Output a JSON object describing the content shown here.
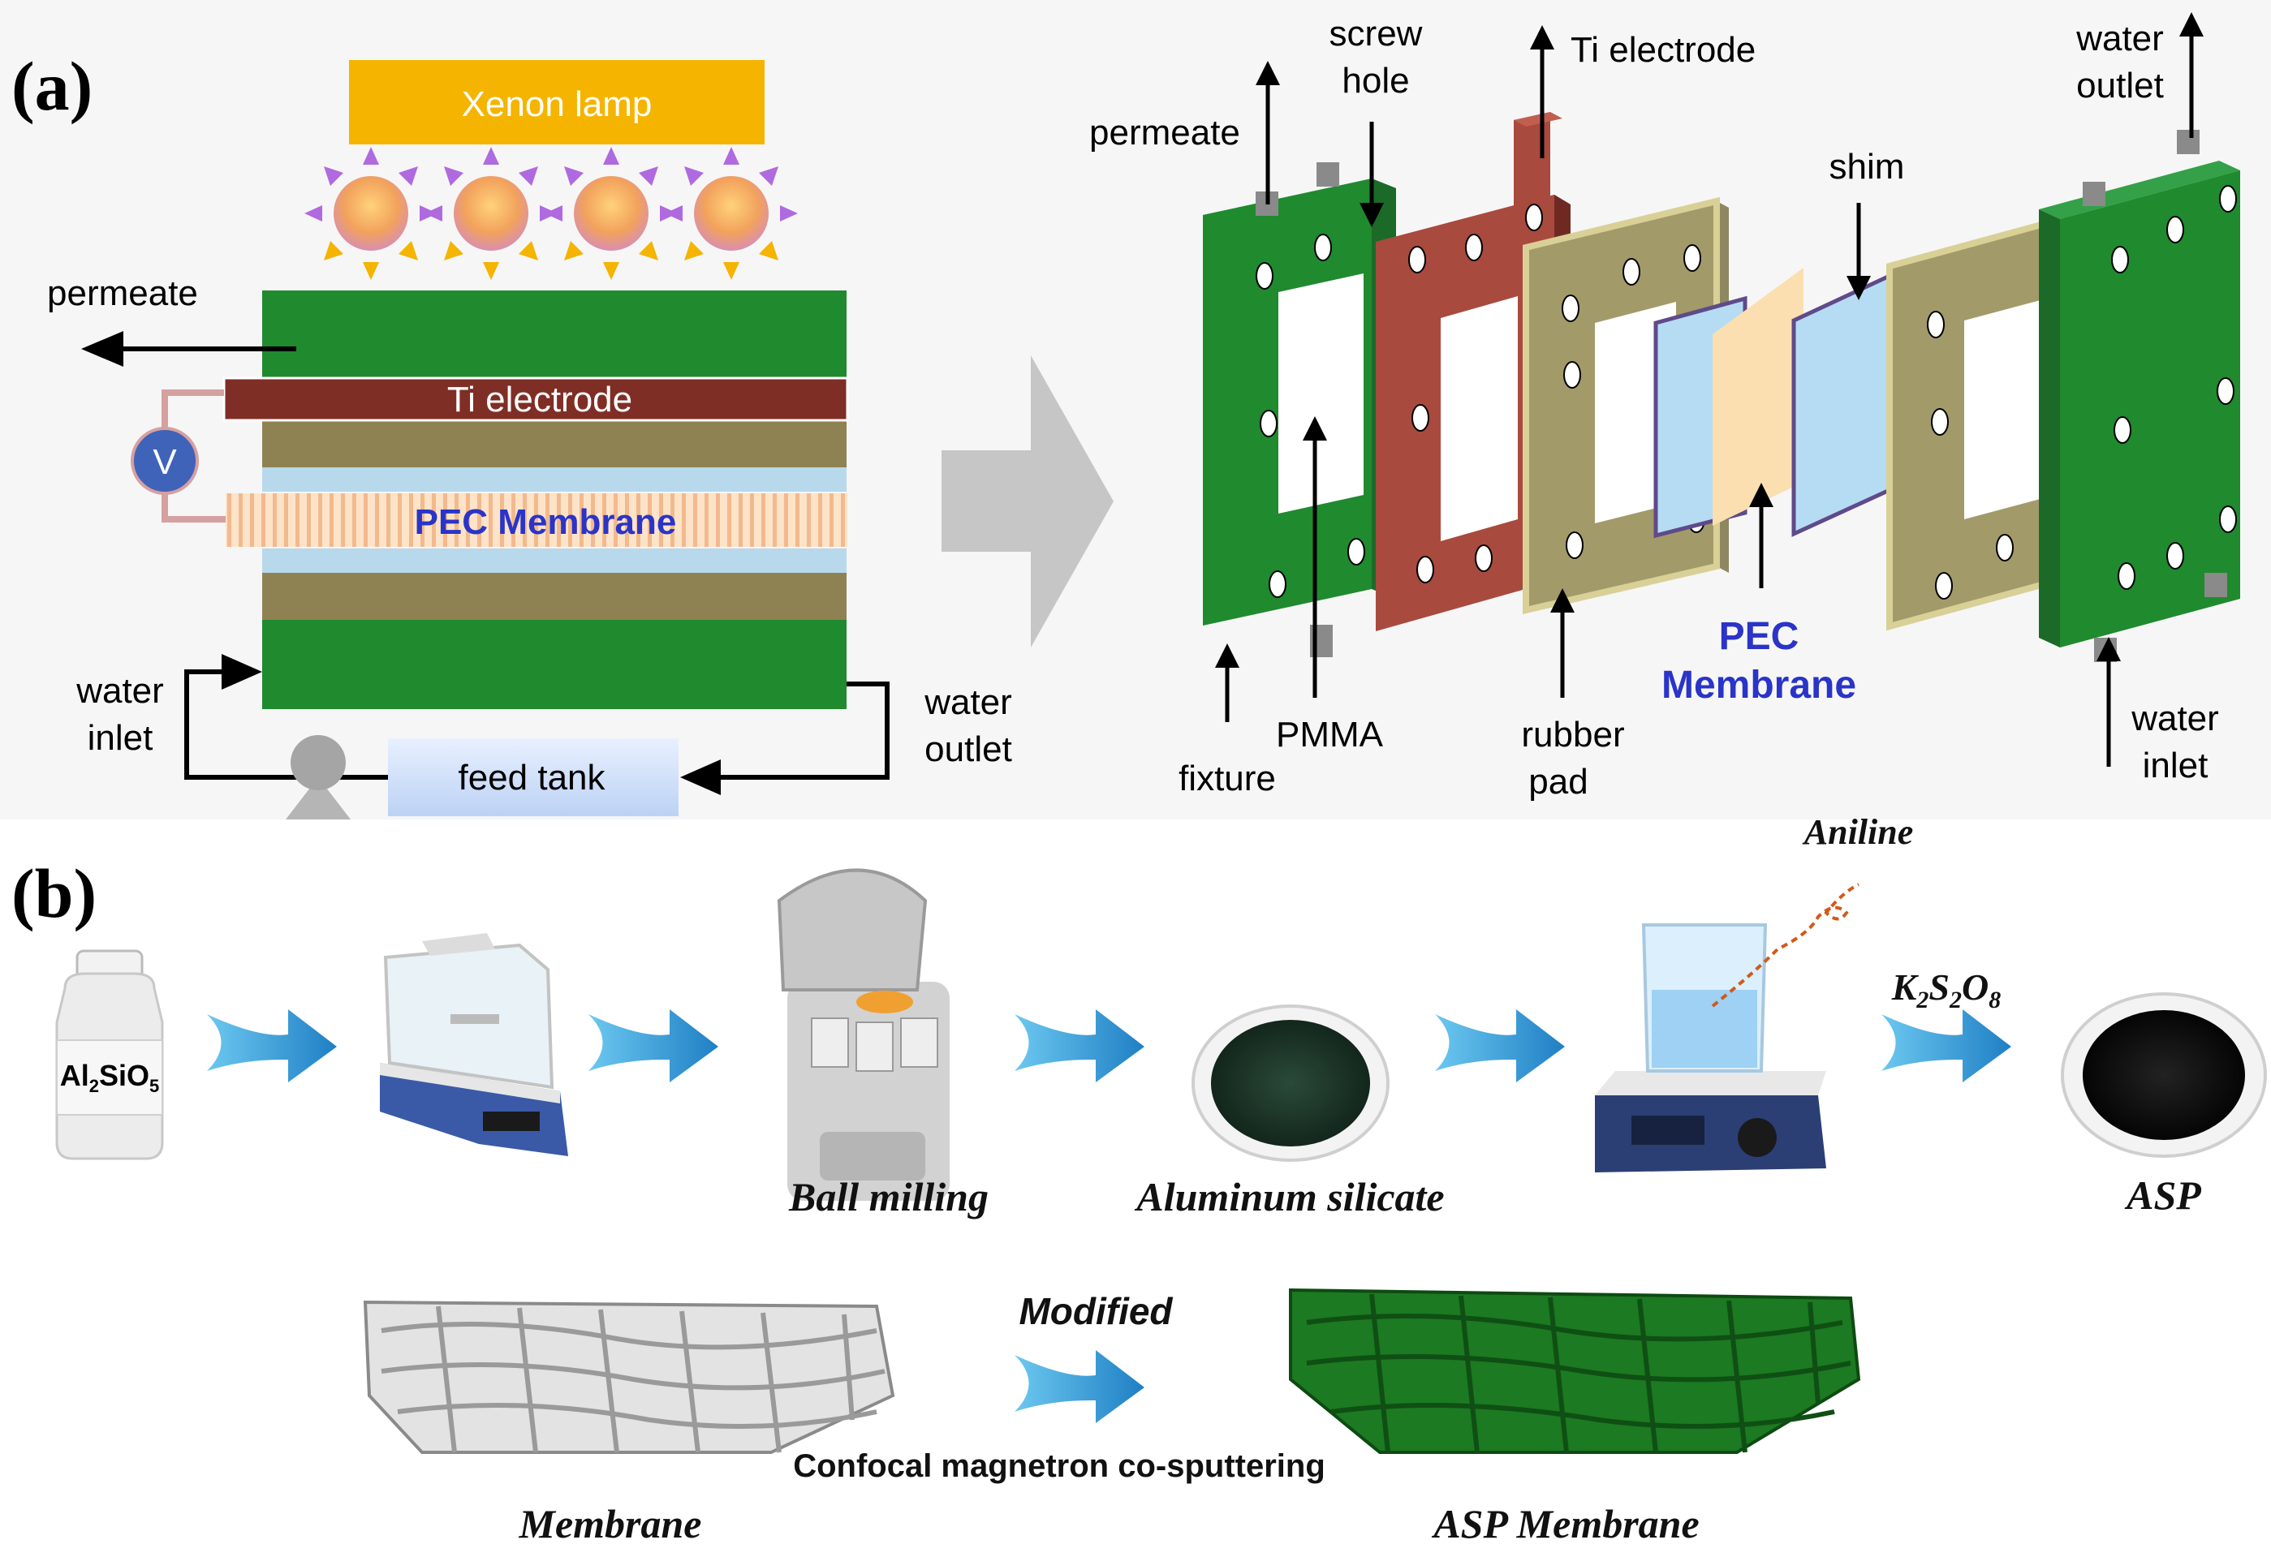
{
  "panel_a": {
    "label": "(a)",
    "lamp_label": "Xenon lamp",
    "permeate_label": "permeate",
    "ti_electrode_label": "Ti electrode",
    "voltmeter_label": "V",
    "pec_membrane_label": "PEC Membrane",
    "water_inlet_label": [
      "water",
      "inlet"
    ],
    "water_outlet_label": [
      "water",
      "outlet"
    ],
    "feed_tank_label": "feed tank",
    "exploded": {
      "permeate": "permeate",
      "screw_hole": [
        "screw",
        "hole"
      ],
      "ti_electrode": "Ti electrode",
      "water_outlet": [
        "water",
        "outlet"
      ],
      "shim": "shim",
      "pec_membrane": [
        "PEC",
        "Membrane"
      ],
      "fixture": "fixture",
      "pmma": "PMMA",
      "rubber_pad": [
        "rubber",
        "pad"
      ],
      "water_inlet": [
        "water",
        "inlet"
      ]
    }
  },
  "panel_b": {
    "label": "(b)",
    "bottle_label": "Al2SiO5",
    "ball_milling": "Ball milling",
    "aluminum_silicate": "Aluminum silicate",
    "aniline": "Aniline",
    "oxidant": "K2S2O8",
    "asp": "ASP",
    "membrane": "Membrane",
    "modified": "Modified",
    "sputtering": "Confocal magnetron co-sputtering",
    "asp_membrane": "ASP Membrane"
  },
  "colors": {
    "fixture_green": "#1f8a2e",
    "electrode_red": "#a84a3e",
    "rubber_khaki": "#8f8252",
    "lamp_yellow": "#f5b400",
    "pec_blue": "#2a34c8",
    "arrow_blue": "#1f8fd0"
  }
}
